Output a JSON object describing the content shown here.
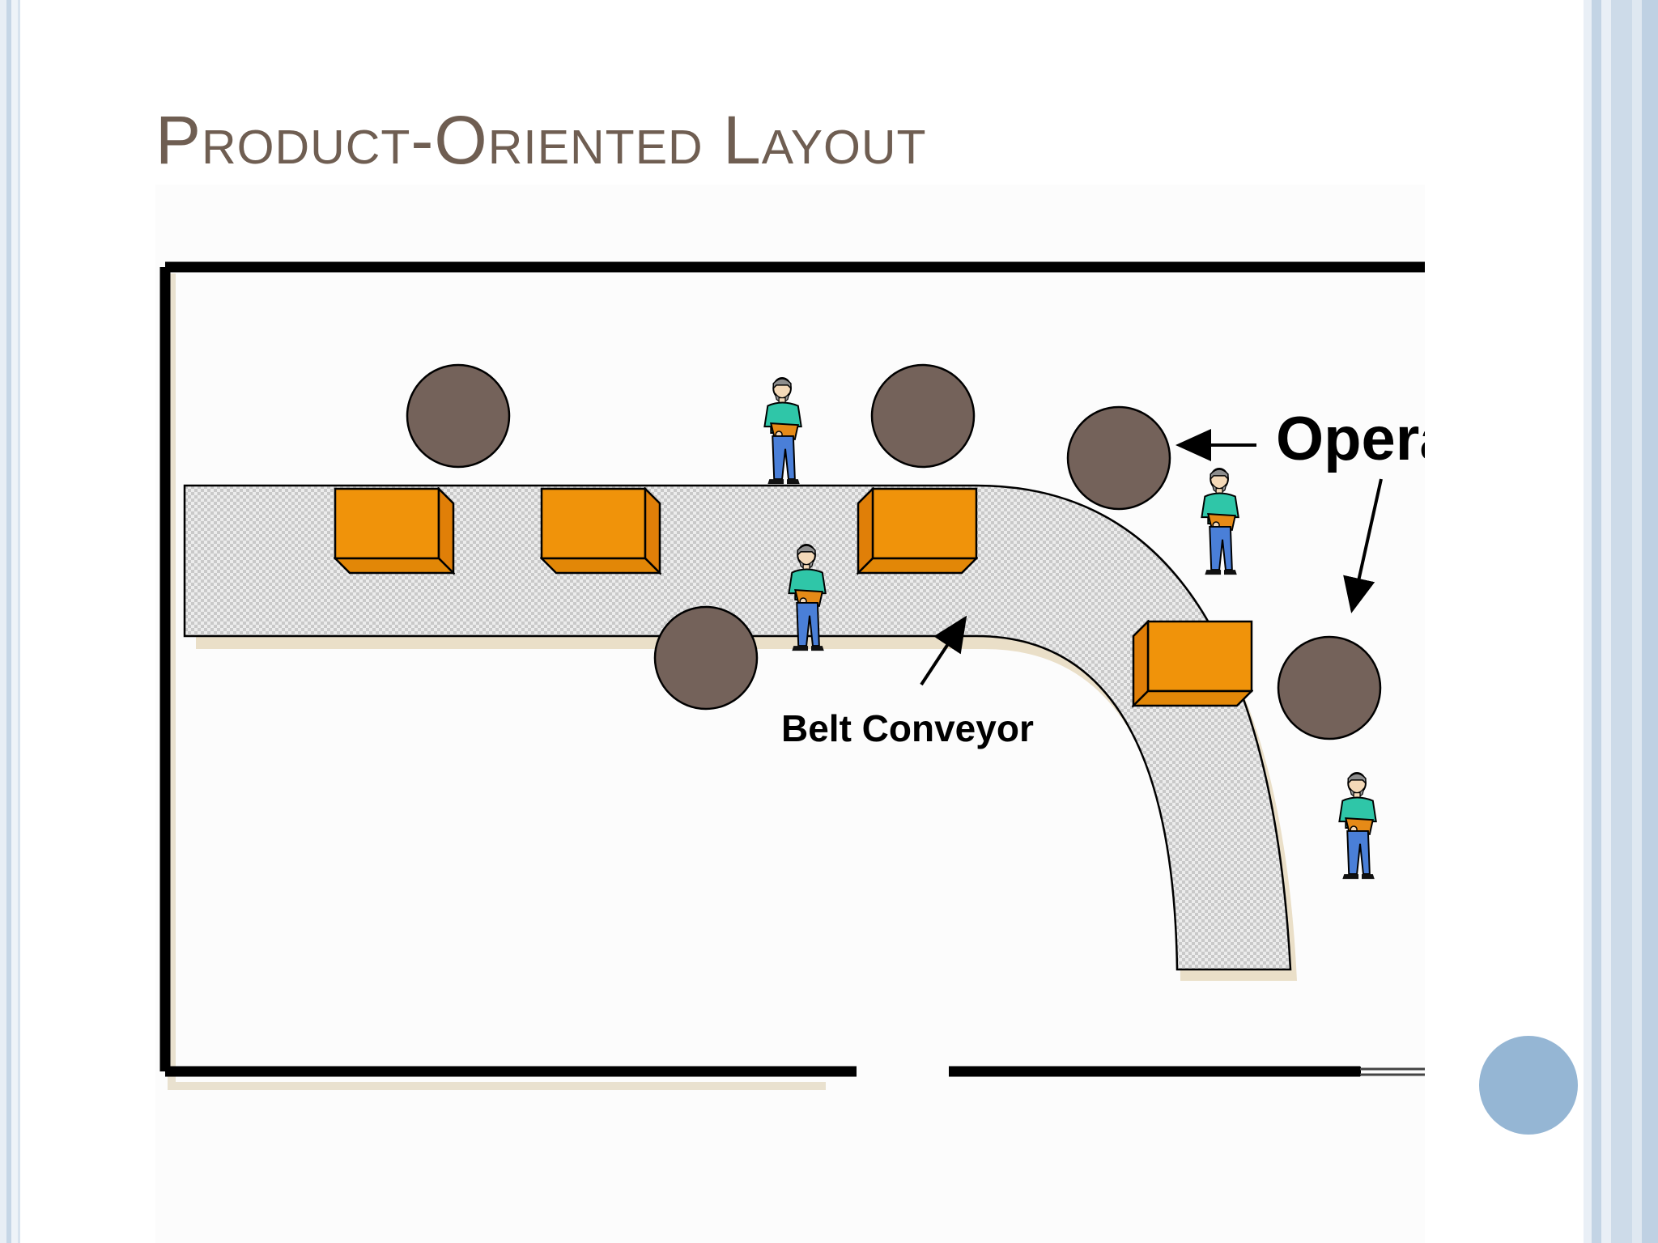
{
  "slide": {
    "title": "Product-Oriented Layout"
  },
  "diagram": {
    "labels": {
      "operations": "Operations",
      "belt_conveyor": "Belt Conveyor"
    }
  },
  "colors": {
    "title": "#6f5e52",
    "operation_circle": "#74625a",
    "product_box": "#f0930a",
    "worker_shirt": "#2fc6a8",
    "worker_pants": "#4a7fd8",
    "conveyor": "#d9d9d9",
    "accent_circle": "#95b6d4"
  },
  "icons": {
    "operation": "operation-station-icon",
    "product": "product-box-icon",
    "worker": "worker-icon",
    "arrow": "pointer-arrow-icon"
  }
}
